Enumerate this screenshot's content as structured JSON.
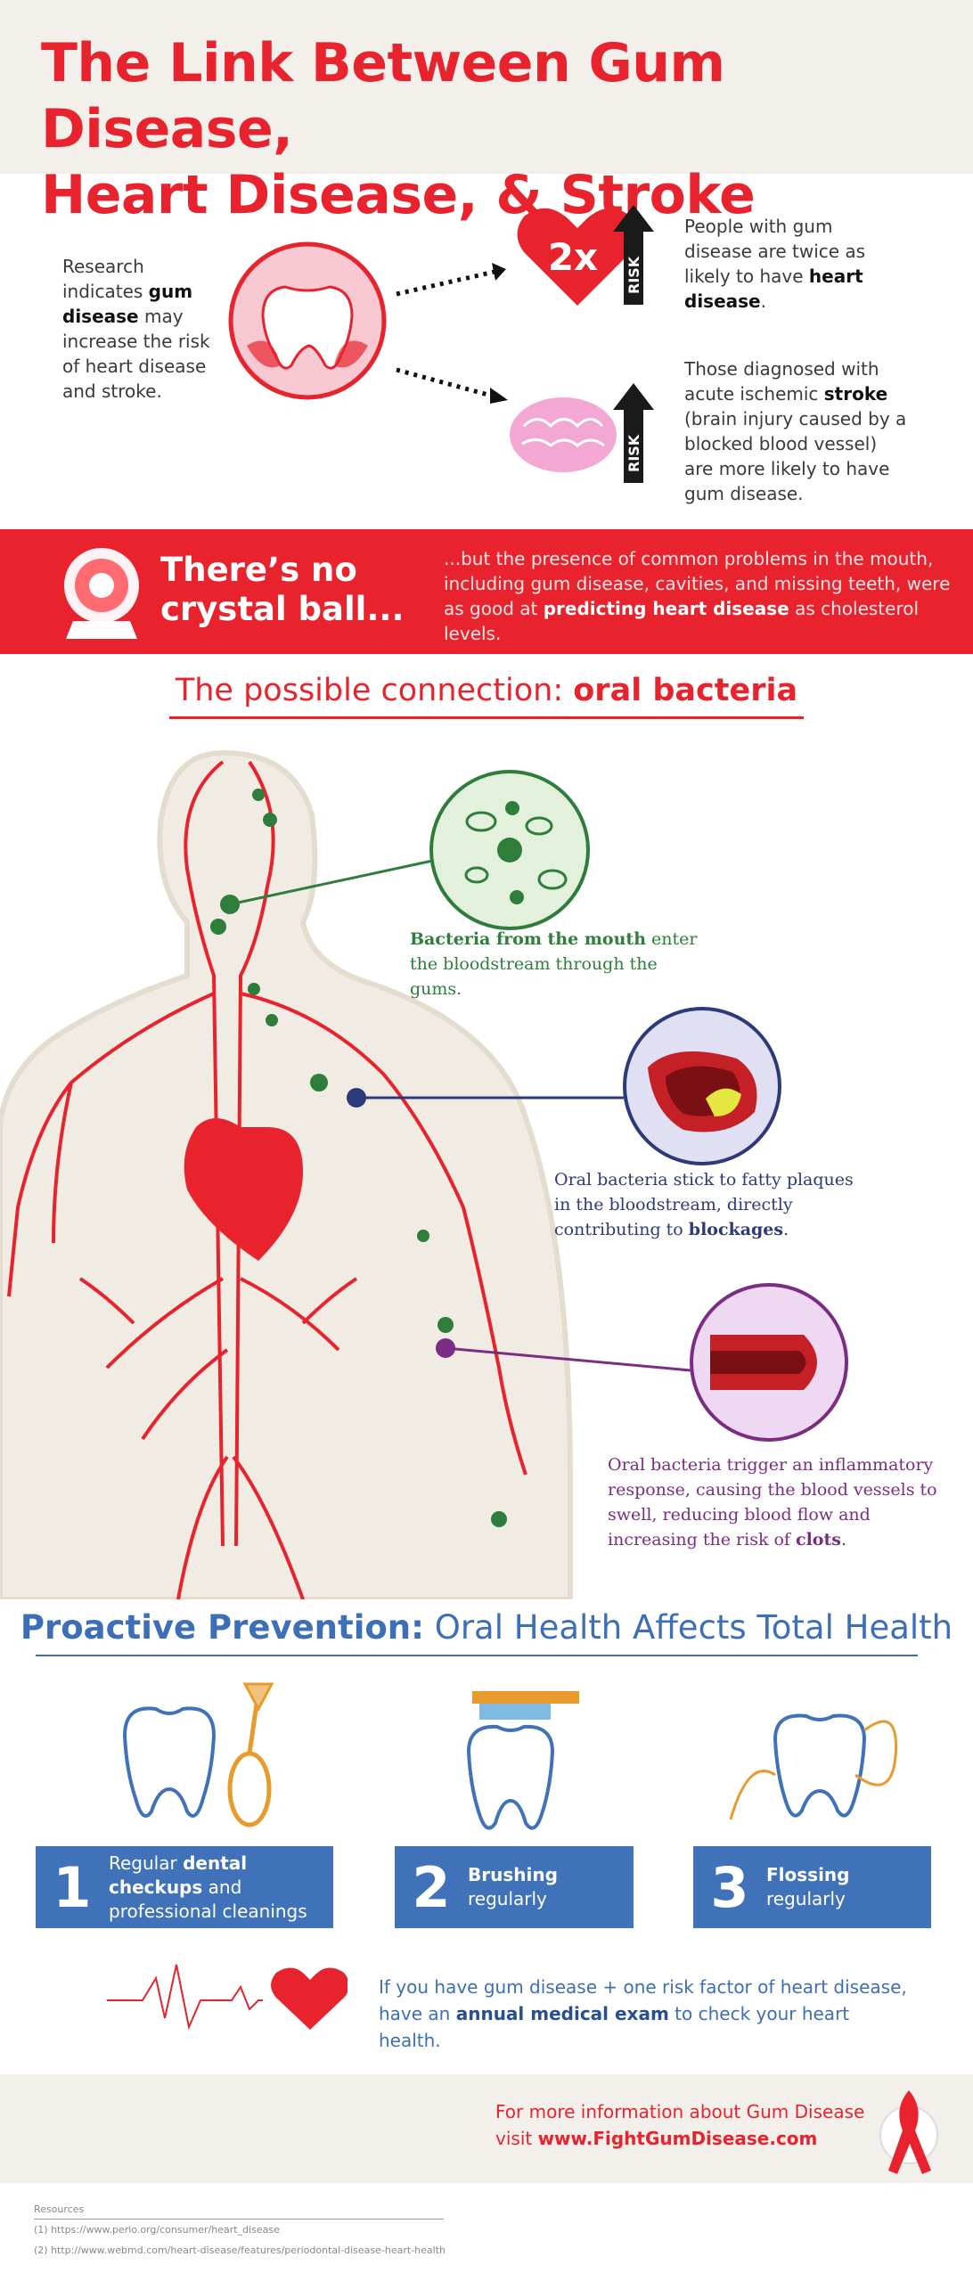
{
  "header": {
    "title_line1": "The Link Between Gum Disease,",
    "title_line2": "Heart Disease, & Stroke"
  },
  "intro": {
    "text_pre": "Research indicates ",
    "text_bold": "gum disease",
    "text_post": " may increase the risk of heart disease and stroke."
  },
  "risk_heart": {
    "badge": "2x",
    "risk_label": "RISK",
    "text_pre": "People with gum disease are twice as likely to have ",
    "text_bold": "heart disease",
    "text_post": "."
  },
  "risk_stroke": {
    "risk_label": "RISK",
    "text_pre": "Those diagnosed with acute ischemic ",
    "text_bold": "stroke",
    "text_post": " (brain injury caused by a blocked blood vessel) are more likely to have gum disease."
  },
  "banner": {
    "title_line1": "There’s no",
    "title_line2": "crystal ball...",
    "text_pre": "...but the presence of common problems in the mouth, including gum disease, cavities, and missing teeth, were as good at ",
    "text_bold": "predicting heart disease",
    "text_post": " as cholesterol levels."
  },
  "connection": {
    "title_pre": "The possible connection: ",
    "title_bold": "oral bacteria"
  },
  "callouts": [
    {
      "bold": "Bacteria from the mouth",
      "text": " enter the bloodstream through the gums."
    },
    {
      "text": "Oral bacteria stick to fatty plaques in the bloodstream, directly contributing to ",
      "bold": "blockages",
      "post": "."
    },
    {
      "text": "Oral bacteria trigger an inflammatory response, causing the blood vessels to swell, reducing blood flow and increasing the risk of ",
      "bold": "clots",
      "post": "."
    }
  ],
  "prevention": {
    "title_bold": "Proactive Prevention:",
    "title_rest": " Oral Health Affects Total Health",
    "tips": [
      {
        "num": "1",
        "pre": "Regular ",
        "bold": "dental checkups",
        "post": " and professional cleanings"
      },
      {
        "num": "2",
        "pre": "",
        "bold": "Brushing",
        "post": " regularly"
      },
      {
        "num": "3",
        "pre": "",
        "bold": "Flossing",
        "post": " regularly"
      }
    ],
    "exam_pre": "If you have gum disease + one risk factor of heart disease, have an ",
    "exam_bold": "annual medical exam",
    "exam_post": " to check your heart health."
  },
  "footer": {
    "more_info": "For more information about Gum Disease",
    "visit": "visit ",
    "url": "www.FightGumDisease.com"
  },
  "resources": {
    "heading": "Resources",
    "items": [
      "(1) https://www.perio.org/consumer/heart_disease",
      "(2) http://www.webmd.com/heart-disease/features/periodontal-disease-heart-health"
    ]
  },
  "colors": {
    "brand_red": "#e8232d",
    "brand_blue": "#3f72b9",
    "callout_green": "#2f7d3b",
    "callout_navy": "#2d3a7a",
    "callout_purple": "#7a2d82"
  },
  "icons": [
    "tooth-icon",
    "heart-icon",
    "brain-icon",
    "risk-arrow-icon",
    "crystal-ball-icon",
    "bacteria-icon",
    "artery-plaque-icon",
    "inflamed-vessel-icon",
    "mirror-icon",
    "toothbrush-icon",
    "floss-icon",
    "heartbeat-icon",
    "awareness-ribbon-icon"
  ]
}
